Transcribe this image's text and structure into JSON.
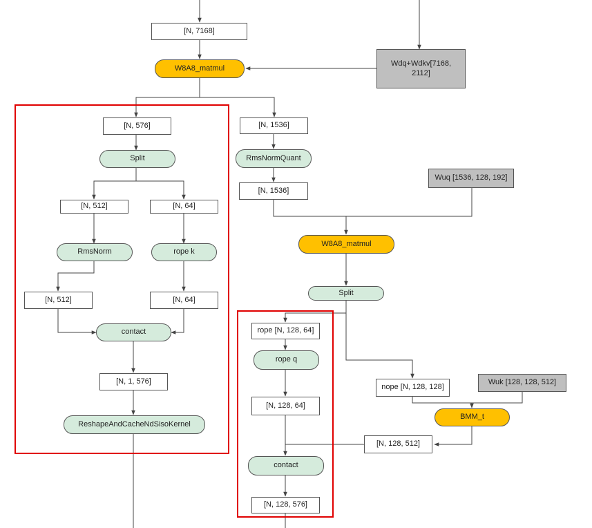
{
  "nodes": {
    "n7168": "[N, 7168]",
    "wdq": "Wdq+Wdkv[7168, 2112]",
    "matmul1": "W8A8_matmul",
    "n576": "[N, 576]",
    "split1": "Split",
    "n512a": "[N, 512]",
    "n64a": "[N, 64]",
    "rmsnorm": "RmsNorm",
    "ropek": "rope k",
    "n512b": "[N, 512]",
    "n64b": "[N, 64]",
    "contact1": "contact",
    "n1576": "[N, 1, 576]",
    "reshape": "ReshapeAndCacheNdSisoKernel",
    "n1536a": "[N, 1536]",
    "rmsquant": "RmsNormQuant",
    "n1536b": "[N, 1536]",
    "wuq": "Wuq [1536, 128, 192]",
    "matmul2": "W8A8_matmul",
    "split2": "Split",
    "ropeq_in": "rope [N, 128, 64]",
    "ropeq": "rope q",
    "n12864": "[N, 128, 64]",
    "contact2": "contact",
    "n128576": "[N, 128, 576]",
    "nope": "nope [N, 128, 128]",
    "wuk": "Wuk [128, 128, 512]",
    "bmm": "BMM_t",
    "n128512": "[N, 128, 512]"
  },
  "colors": {
    "process": "#d5ebdc",
    "matmul": "#ffc000",
    "weight": "#bfbfbf",
    "highlight": "#e00000",
    "edge": "#444444"
  }
}
